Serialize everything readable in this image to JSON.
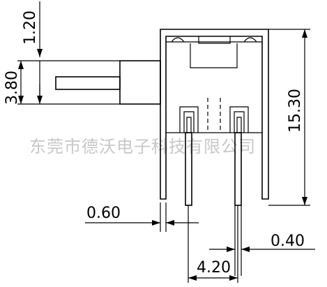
{
  "dimensions": {
    "top_vertical": "1.20",
    "left_vertical": "3.80",
    "right_vertical": "15.30",
    "pin_width": "0.60",
    "pin_thickness": "0.40",
    "pin_spacing": "4.20"
  },
  "watermark": "东莞市德沃电子科技有限公司",
  "colors": {
    "line": "#000000",
    "watermark": "#c8c8c8",
    "background": "#ffffff"
  }
}
